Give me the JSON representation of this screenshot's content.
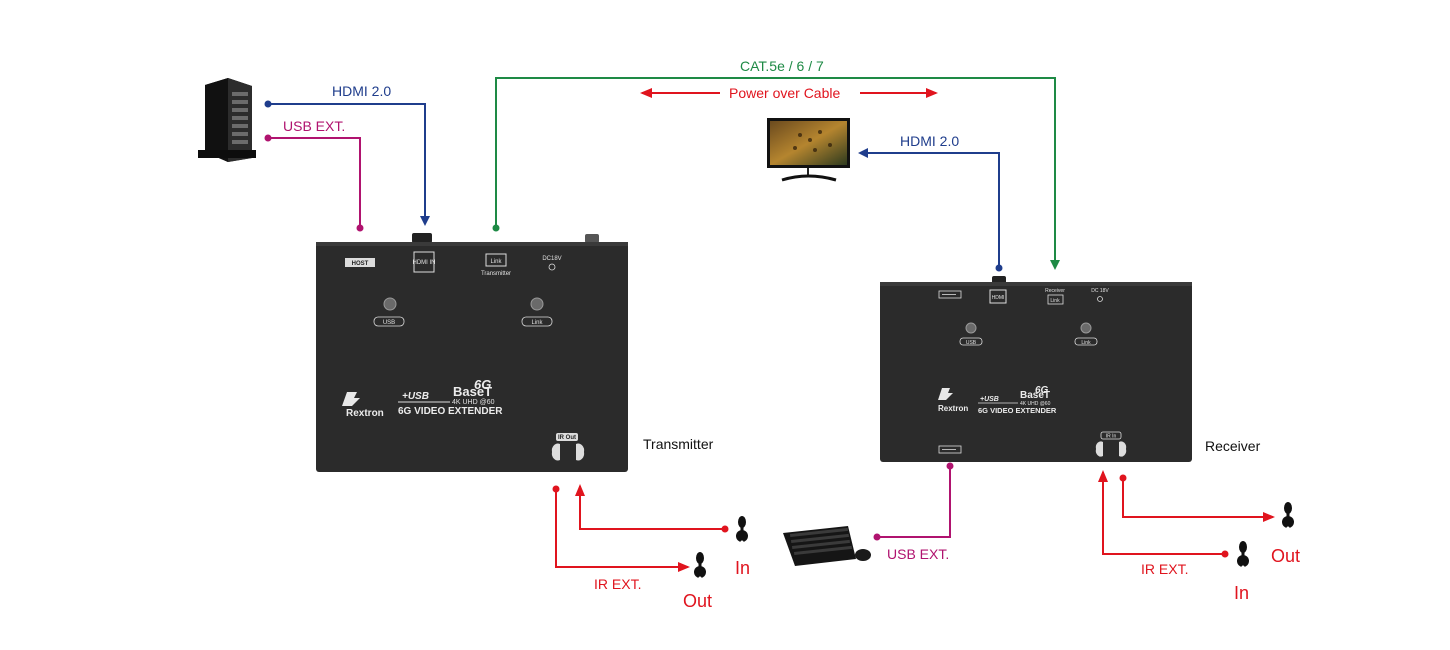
{
  "labels": {
    "hdmi_tx": "HDMI 2.0",
    "usb_tx": "USB EXT.",
    "cat": "CAT.5e / 6 / 7",
    "power": "Power over Cable",
    "hdmi_rx": "HDMI 2.0",
    "transmitter": "Transmitter",
    "receiver": "Receiver",
    "usb_rx": "USB EXT.",
    "ir_tx": "IR EXT.",
    "ir_rx": "IR EXT.",
    "in_tx": "In",
    "out_tx": "Out",
    "in_rx": "In",
    "out_rx": "Out"
  },
  "device_tx": {
    "port_host": "HOST",
    "port_hdmi": "HDMI IN",
    "port_link": "Link",
    "port_link_sub": "Transmitter",
    "port_dc": "DC18V",
    "led_usb": "USB",
    "led_link": "Link",
    "brand": "Rextron",
    "model_usb": "+USB",
    "model_6g": "6G",
    "model_baset": "BaseT",
    "model_res": "4K UHD @60",
    "model_name": "6G VIDEO EXTENDER",
    "ir_port": "IR Out"
  },
  "device_rx": {
    "port_hdmi": "HDMI",
    "port_link_sub": "Receiver",
    "port_link": "Link",
    "port_dc": "DC 18V",
    "led_usb": "USB",
    "led_link": "Link",
    "brand": "Rextron",
    "model_usb": "+USB",
    "model_6g": "6G",
    "model_baset": "BaseT",
    "model_res": "4K UHD @60",
    "model_name": "6G VIDEO EXTENDER",
    "ir_port": "IR In"
  },
  "colors": {
    "hdmi": "#1f3d8c",
    "usb": "#b0136f",
    "cat": "#1e8a45",
    "ir": "#e0141e",
    "device": "#2b2b2b"
  },
  "icons": {
    "pc": "tower-pc-icon",
    "monitor": "monitor-icon",
    "keyboard": "keyboard-mouse-icon",
    "ir_sensor": "ir-sensor-icon"
  }
}
